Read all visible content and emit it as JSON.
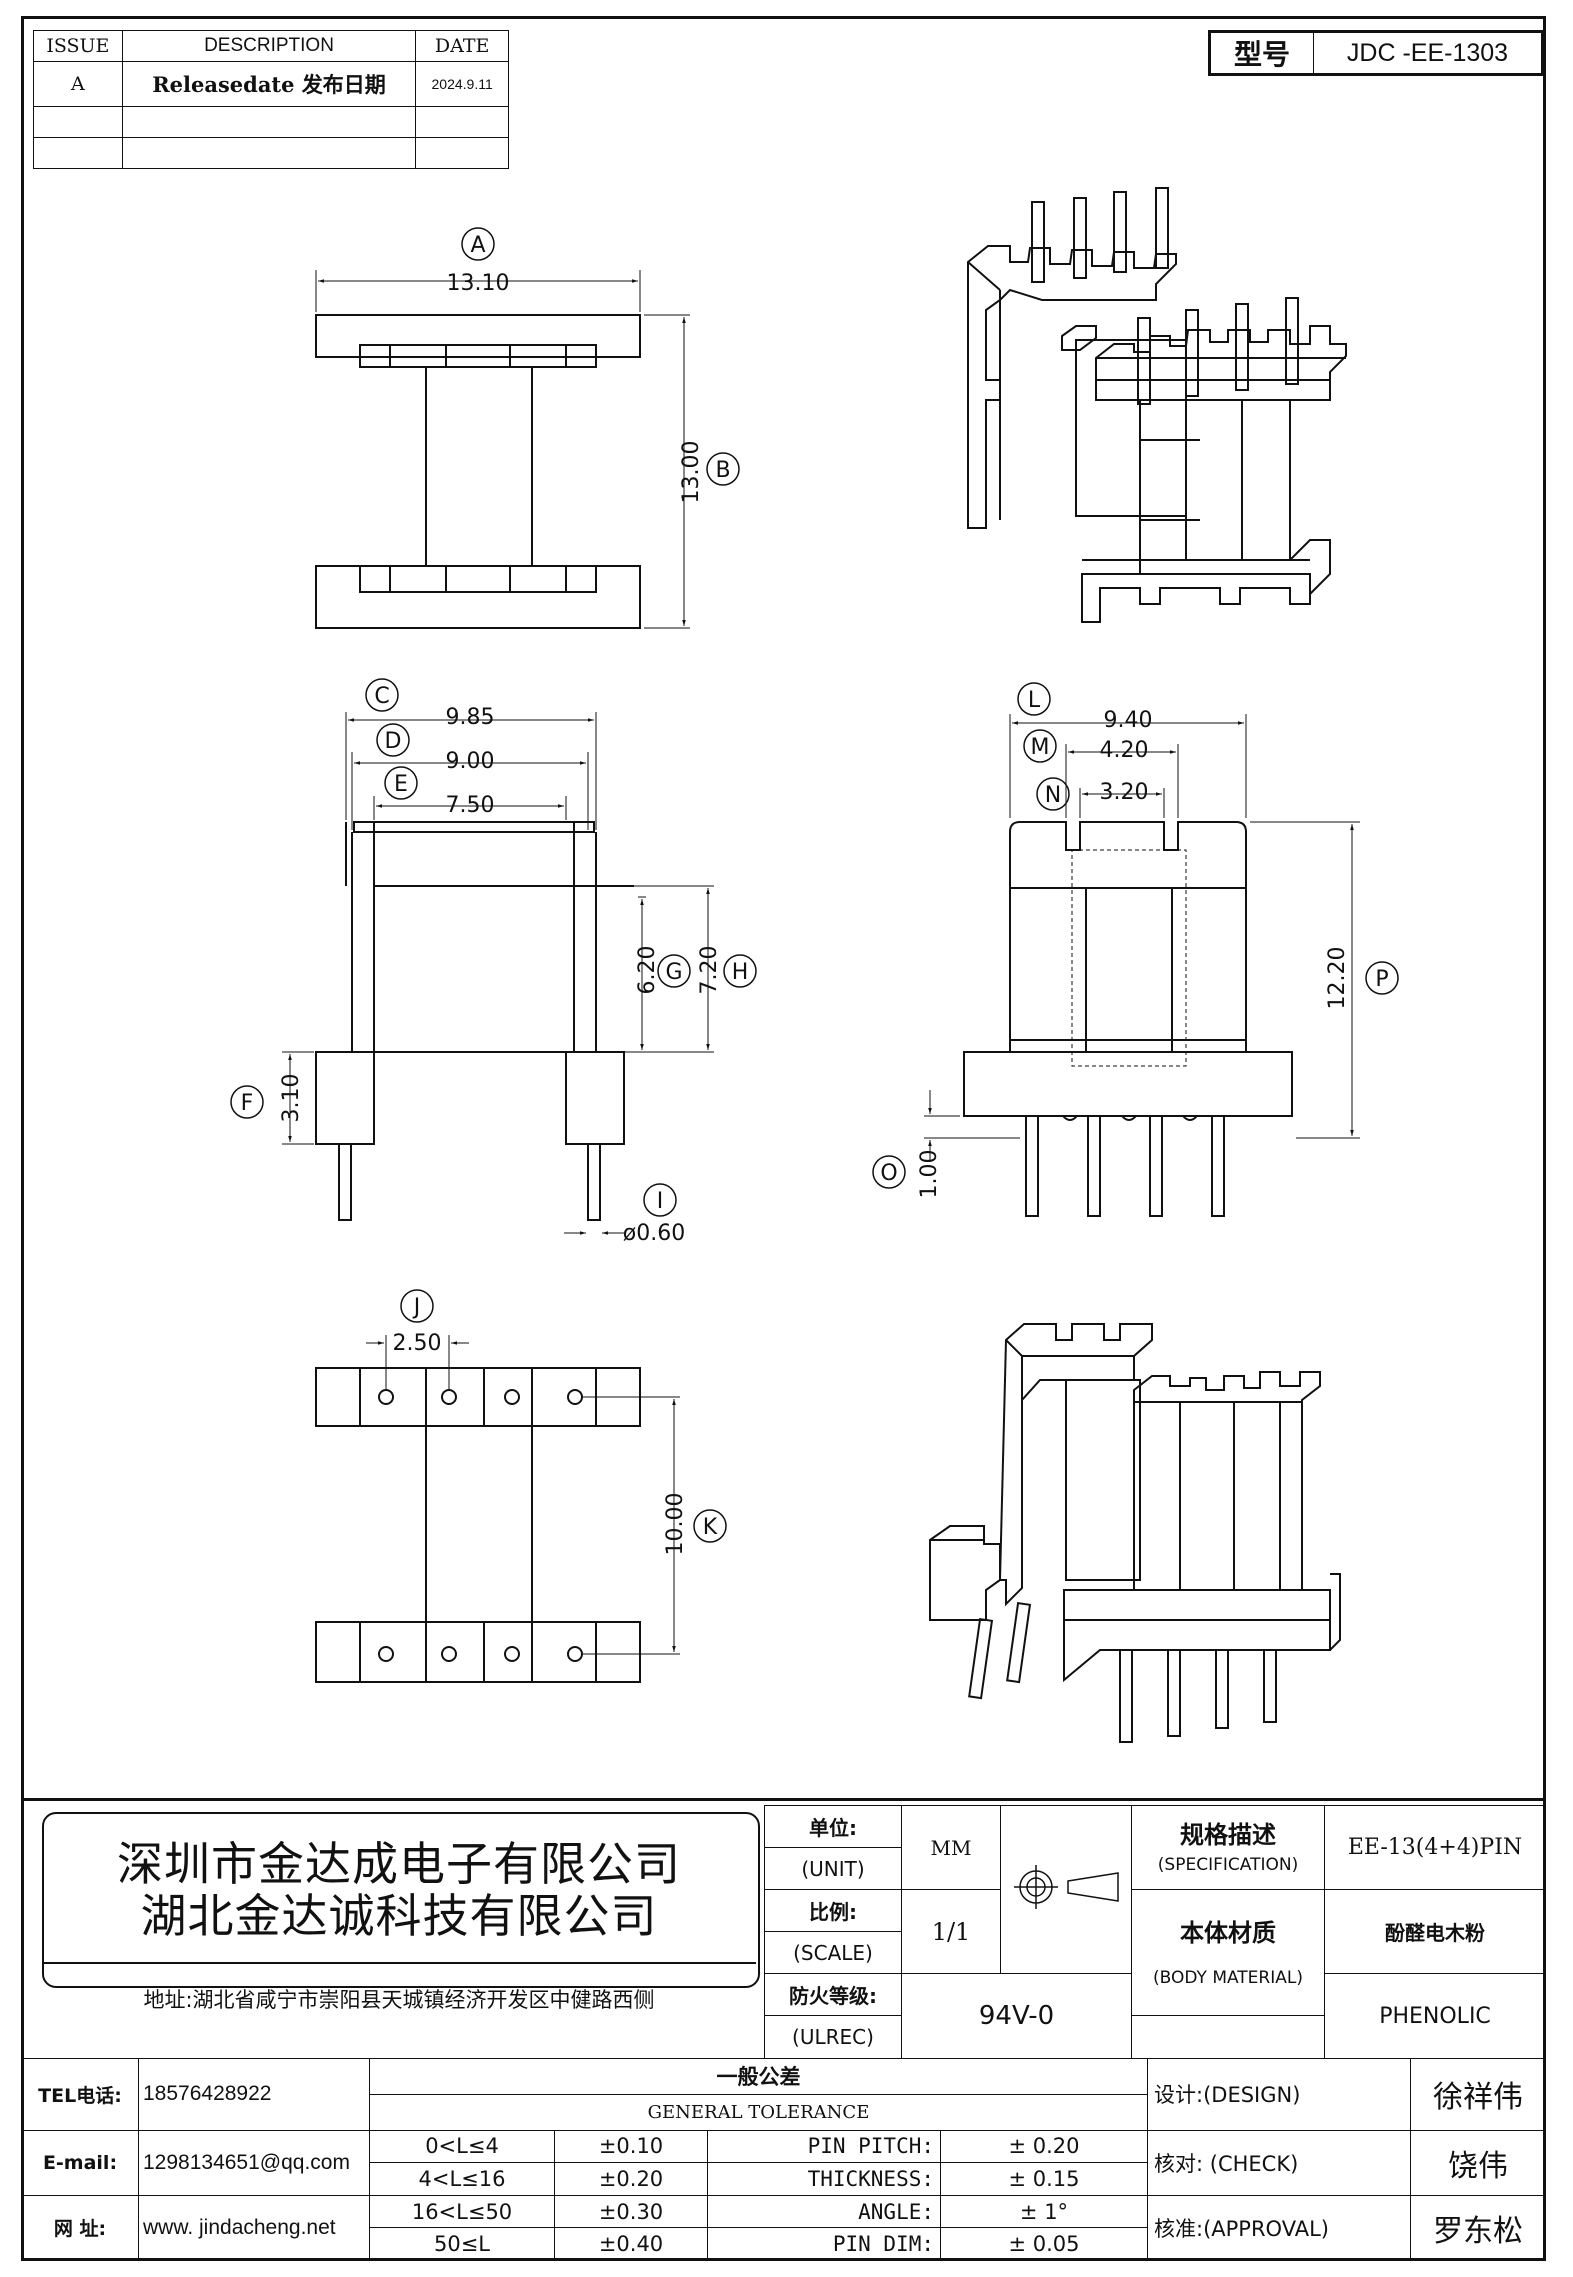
{
  "revision_table": {
    "headers": {
      "issue": "ISSUE",
      "description": "DESCRIPTION",
      "date": "DATE"
    },
    "rows": [
      {
        "issue": "A",
        "description": "Releasedate 发布日期",
        "date": "2024.9.11"
      },
      {
        "issue": "",
        "description": "",
        "date": ""
      },
      {
        "issue": "",
        "description": "",
        "date": ""
      }
    ]
  },
  "model": {
    "label": "型号",
    "value": "JDC -EE-1303"
  },
  "dimensions": {
    "A": {
      "letter": "A",
      "value": "13.10"
    },
    "B": {
      "letter": "B",
      "value": "13.00"
    },
    "C": {
      "letter": "C",
      "value": "9.85"
    },
    "D": {
      "letter": "D",
      "value": "9.00"
    },
    "E": {
      "letter": "E",
      "value": "7.50"
    },
    "F": {
      "letter": "F",
      "value": "3.10"
    },
    "G": {
      "letter": "G",
      "value": "6.20"
    },
    "H": {
      "letter": "H",
      "value": "7.20"
    },
    "I": {
      "letter": "I",
      "value": "ø0.60"
    },
    "J": {
      "letter": "J",
      "value": "2.50"
    },
    "K": {
      "letter": "K",
      "value": "10.00"
    },
    "L": {
      "letter": "L",
      "value": "9.40"
    },
    "M": {
      "letter": "M",
      "value": "4.20"
    },
    "N": {
      "letter": "N",
      "value": "3.20"
    },
    "O": {
      "letter": "O",
      "value": "1.00"
    },
    "P": {
      "letter": "P",
      "value": "12.20"
    }
  },
  "company": {
    "name_1": "深圳市金达成电子有限公司",
    "name_2": "湖北金达诚科技有限公司",
    "address": "地址:湖北省咸宁市崇阳县天城镇经济开发区中健路西侧"
  },
  "contact": {
    "tel_label": "TEL电话:",
    "tel_value": "18576428922",
    "email_label": "E-mail:",
    "email_value": "1298134651@qq.com",
    "web_label": "网   址:",
    "web_value": "www. jindacheng.net"
  },
  "specs": {
    "unit_cn": "单位:",
    "unit_en": "(UNIT)",
    "unit_value": "MM",
    "scale_cn": "比例:",
    "scale_en": "(SCALE)",
    "scale_value": "1/1",
    "fire_cn": "防火等级:",
    "fire_en": "(ULREC)",
    "fire_value": "94V-0",
    "spec_cn": "规格描述",
    "spec_en": "(SPECIFICATION)",
    "spec_value": "EE-13(4+4)PIN",
    "material_cn": "本体材质",
    "material_en": "(BODY MATERIAL)",
    "material_value_cn": "酚醛电木粉",
    "material_value_en": "PHENOLIC"
  },
  "tolerance": {
    "title_cn": "一般公差",
    "title_en": "GENERAL TOLERANCE",
    "ranges": [
      {
        "range": "0<L≤4",
        "tol": "±0.10"
      },
      {
        "range": "4<L≤16",
        "tol": "±0.20"
      },
      {
        "range": "16<L≤50",
        "tol": "±0.30"
      },
      {
        "range": "50≤L",
        "tol": "±0.40"
      }
    ],
    "pins": [
      {
        "label": "PIN PITCH:",
        "value": "±  0.20"
      },
      {
        "label": "THICKNESS:",
        "value": "±  0.15"
      },
      {
        "label": "ANGLE:",
        "value": "±  1°"
      },
      {
        "label": "PIN DIM:",
        "value": "±  0.05"
      }
    ]
  },
  "approvals": {
    "design_label": "设计:(DESIGN)",
    "design_name": "徐祥伟",
    "check_label": "核对: (CHECK)",
    "check_name": "饶伟",
    "approval_label": "核准:(APPROVAL)",
    "approval_name": "罗东松"
  }
}
